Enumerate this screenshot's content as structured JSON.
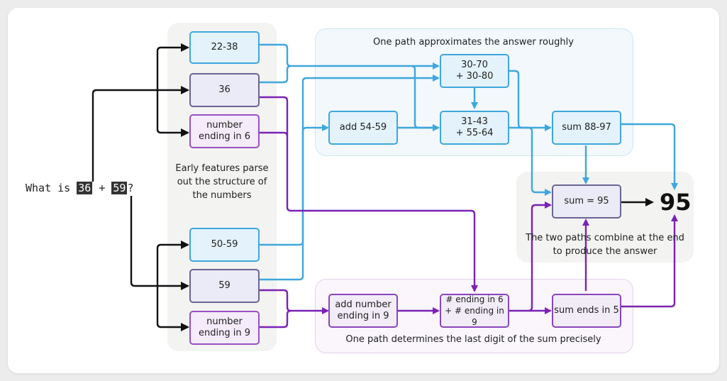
{
  "question": {
    "prefix": "What is ",
    "operand_a": "36",
    "operator": " + ",
    "operand_b": "59",
    "suffix": "?"
  },
  "panels": {
    "early": "Early features parse out the structure of the numbers",
    "approx": "One path approximates the answer roughly",
    "digit": "One path determines the last digit of the sum precisely",
    "combine": "The two paths combine at the end to produce the answer"
  },
  "nodes": {
    "n2238": "22-38",
    "n36": "36",
    "n_end6": "number ending in 6",
    "n5059": "50-59",
    "n59": "59",
    "n_end9": "number ending in 9",
    "add5459": "add 54-59",
    "r3070": [
      "30-70",
      "+ 30-80"
    ],
    "r3143": [
      "31-43",
      "+ 55-64"
    ],
    "sum8897": "sum 88-97",
    "add_end9": [
      "add number",
      "ending in 9"
    ],
    "end6_end9": [
      "# ending in 6",
      "+ # ending in 9"
    ],
    "sum_end5": "sum ends in 5",
    "sum95": "sum = 95"
  },
  "answer": "95",
  "colors": {
    "blue": "#3fa7dc",
    "purple": "#7a22b5",
    "black": "#111111"
  }
}
